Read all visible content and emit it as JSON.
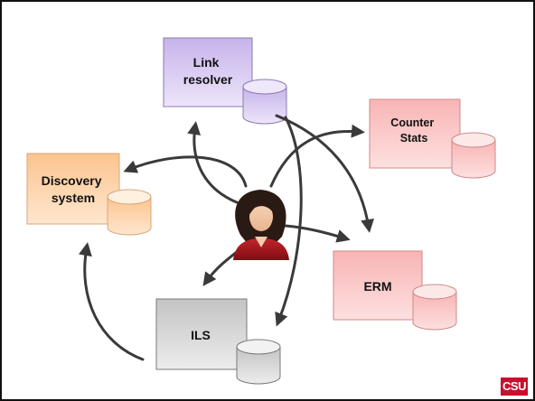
{
  "nodes": {
    "link_resolver": {
      "line1": "Link",
      "line2": "resolver"
    },
    "counter_stats": {
      "line1": "Counter",
      "line2": "Stats"
    },
    "discovery_system": {
      "line1": "Discovery",
      "line2": "system"
    },
    "erm": {
      "label": "ERM"
    },
    "ils": {
      "label": "ILS"
    }
  },
  "logo": {
    "text": "CSU"
  },
  "colors": {
    "purple_fill": "#d8c8f0",
    "red_fill": "#fbc8c8",
    "orange_fill": "#fdd1a6",
    "gray_fill": "#d4d4d4",
    "arrow": "#3a3a3a",
    "logo_red": "#c8102e"
  },
  "icons": [
    "database-icon",
    "person-icon",
    "csu-logo"
  ]
}
